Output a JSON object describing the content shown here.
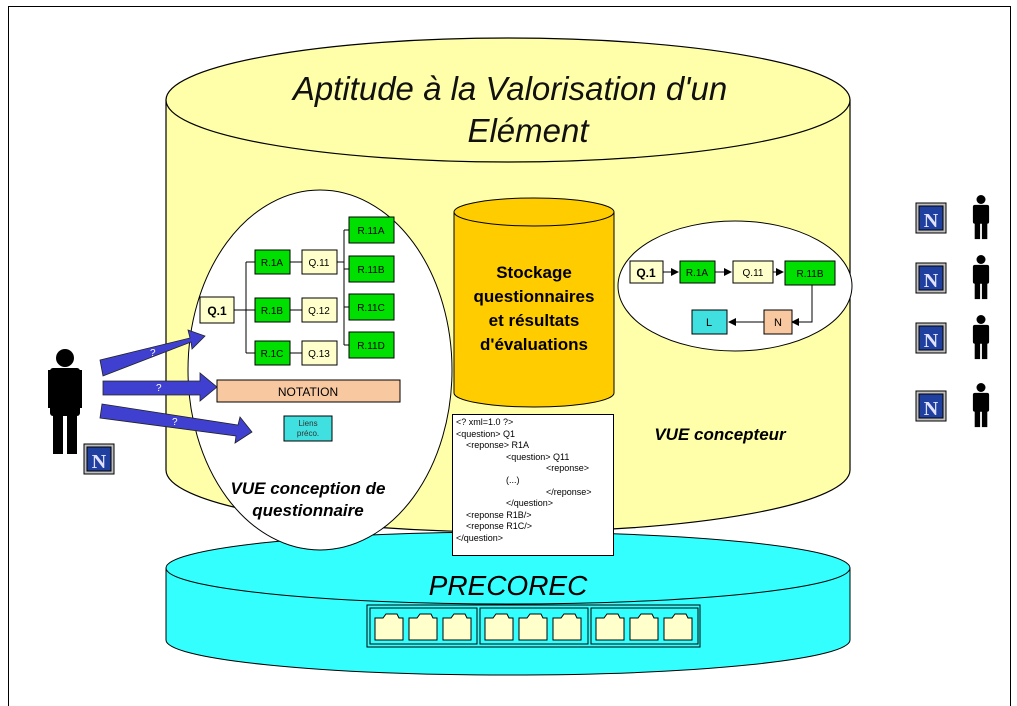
{
  "title": {
    "line1": "Aptitude à la Valorisation d'un",
    "line2": "Elément"
  },
  "left_view": {
    "caption_line1": "VUE conception de",
    "caption_line2": "questionnaire",
    "nodes": {
      "q1": "Q.1",
      "r1a": "R.1A",
      "r1b": "R.1B",
      "r1c": "R.1C",
      "q11": "Q.11",
      "q12": "Q.12",
      "q13": "Q.13",
      "r11a": "R.11A",
      "r11b": "R.11B",
      "r11c": "R.11C",
      "r11d": "R.11D"
    },
    "notation": "NOTATION",
    "liens_line1": "Liens",
    "liens_line2": "préco.",
    "arrow_label": "?"
  },
  "storage": {
    "line1": "Stockage",
    "line2": "questionnaires",
    "line3": "et résultats",
    "line4": "d'évaluations"
  },
  "xml_lines": [
    "<? xml=1.0 ?>",
    "<question> Q1",
    "    <reponse> R1A",
    "                    <question> Q11",
    "                                    <reponse>",
    "                    (...)",
    "                                    </reponse>",
    "                    </question>",
    "    <reponse R1B/>",
    "    <reponse R1C/>",
    "</question>"
  ],
  "right_view": {
    "caption": "VUE concepteur",
    "nodes": {
      "q1": "Q.1",
      "r1a": "R.1A",
      "q11": "Q.11",
      "r11b": "R.11B",
      "n": "N",
      "l": "L"
    }
  },
  "platform": {
    "label": "PRECOREC"
  },
  "icon_letter": "N",
  "colors": {
    "cylinder": "#ffffaa",
    "platform": "#33ffff",
    "storage": "#ffcc00",
    "green_node": "#00e000",
    "question_node": "#ffffcc",
    "notation": "#f8c8a0",
    "arrow": "#4040d0",
    "liens": "#40e0e0"
  }
}
